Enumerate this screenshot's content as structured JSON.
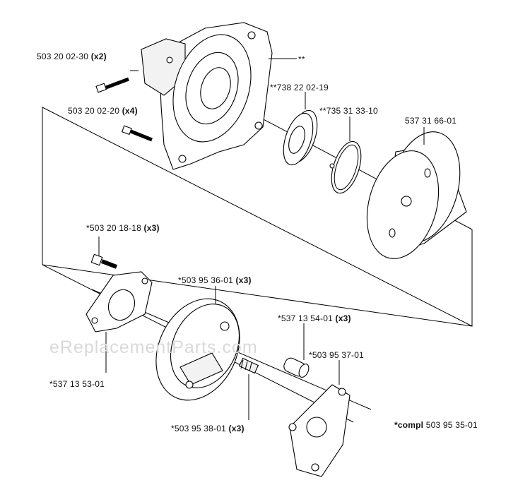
{
  "watermark": "eReplacementParts.com",
  "parts": [
    {
      "number": "503 20 02-30",
      "qty": "(x2)"
    },
    {
      "number": "503 20 02-20",
      "qty": "(x4)"
    },
    {
      "number": "**",
      "qty": ""
    },
    {
      "number": "**738 22 02-19",
      "qty": ""
    },
    {
      "number": "**735 31 33-10",
      "qty": ""
    },
    {
      "number": "537 31 66-01",
      "qty": ""
    },
    {
      "number": "*503 20 18-18",
      "qty": "(x3)"
    },
    {
      "number": "*503 95 36-01",
      "qty": "(x3)"
    },
    {
      "number": "*537 13 54-01",
      "qty": "(x3)"
    },
    {
      "number": "*503 95 37-01",
      "qty": ""
    },
    {
      "number": "*537 13 53-01",
      "qty": ""
    },
    {
      "number": "*503 95 38-01",
      "qty": "(x3)"
    }
  ],
  "note": {
    "prefix": "*compl",
    "number": "503 95 35-01"
  }
}
